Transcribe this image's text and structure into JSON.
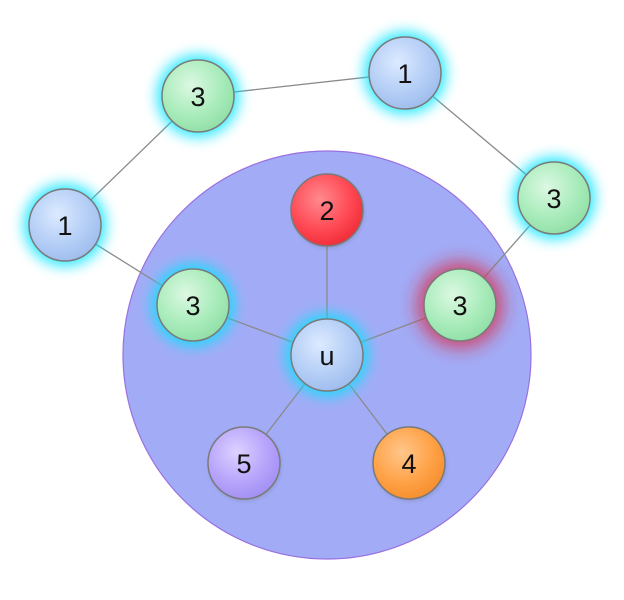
{
  "colors": {
    "neighborhood": "#a2acf6",
    "neighborhood_stroke": "#9a6fe0",
    "edge": "#8a8a8a",
    "node_stroke": "#7a7a7a",
    "glow_cyan": "#00e5ff",
    "glow_red": "#e0203a"
  },
  "nodes": {
    "u": {
      "label": "u",
      "color": "blue",
      "glow": "cyan"
    },
    "n2": {
      "label": "2",
      "color": "red",
      "glow": "none"
    },
    "n3_left": {
      "label": "3",
      "color": "green",
      "glow": "cyan"
    },
    "n3_right": {
      "label": "3",
      "color": "green",
      "glow": "red"
    },
    "n5": {
      "label": "5",
      "color": "purple",
      "glow": "none"
    },
    "n4": {
      "label": "4",
      "color": "orange",
      "glow": "none"
    },
    "n1_left": {
      "label": "1",
      "color": "blue",
      "glow": "cyan"
    },
    "n3_top": {
      "label": "3",
      "color": "green",
      "glow": "cyan"
    },
    "n1_top": {
      "label": "1",
      "color": "blue",
      "glow": "cyan"
    },
    "n3_far_right": {
      "label": "3",
      "color": "green",
      "glow": "cyan"
    }
  },
  "edges": [
    [
      "u",
      "n2"
    ],
    [
      "u",
      "n3_left"
    ],
    [
      "u",
      "n3_right"
    ],
    [
      "u",
      "n5"
    ],
    [
      "u",
      "n4"
    ],
    [
      "n3_left",
      "n1_left"
    ],
    [
      "n1_left",
      "n3_top"
    ],
    [
      "n3_top",
      "n1_top"
    ],
    [
      "n1_top",
      "n3_far_right"
    ],
    [
      "n3_far_right",
      "n3_right"
    ]
  ]
}
